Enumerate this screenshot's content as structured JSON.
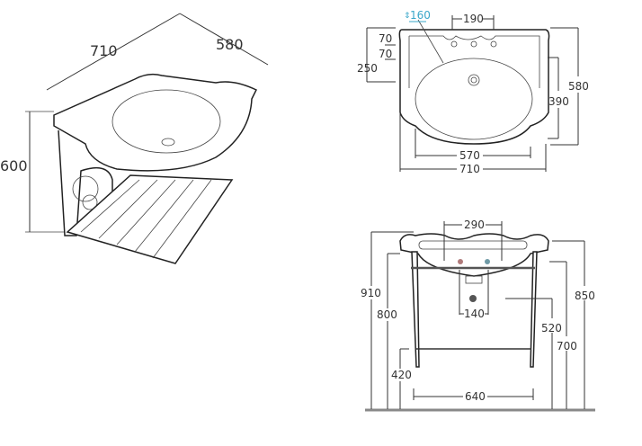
{
  "iso_view": {
    "width": "710",
    "depth": "580",
    "height": "600"
  },
  "plan_view": {
    "bowl_depth": "160",
    "tap_spacing": "190",
    "tap_offset_1": "70",
    "tap_offset_2": "70",
    "drain_offset": "250",
    "total_depth": "580",
    "bowl_length": "390",
    "bowl_width": "570",
    "total_width": "710"
  },
  "front_view": {
    "tap_spacing": "290",
    "total_height": "910",
    "rim_height": "800",
    "shelf_height": "420",
    "leg_spacing": "640",
    "supply_spacing": "140",
    "drain_height": "520",
    "frame_height": "700",
    "overall_height": "850"
  },
  "colors": {
    "line": "#333333",
    "highlight": "#3aa7c9",
    "hot": "#b07a7a",
    "cold": "#6f9aa6",
    "floor": "#888888"
  }
}
